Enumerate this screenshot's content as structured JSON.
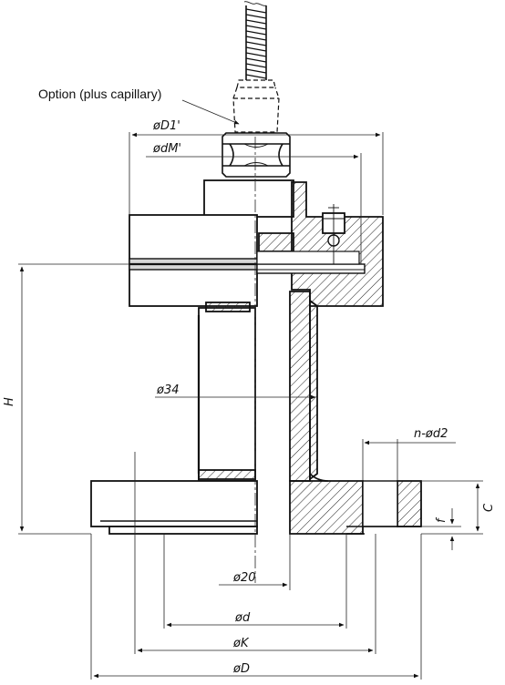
{
  "labels": {
    "option": "Option (plus capillary)",
    "d1_prime": "øD1'",
    "dm_prime": "ødM'",
    "dia34": "ø34",
    "n_d2": "n-ød2",
    "H": "H",
    "C": "C",
    "f": "f",
    "dia20": "ø20",
    "d": "ød",
    "K": "øK",
    "D": "øD"
  }
}
